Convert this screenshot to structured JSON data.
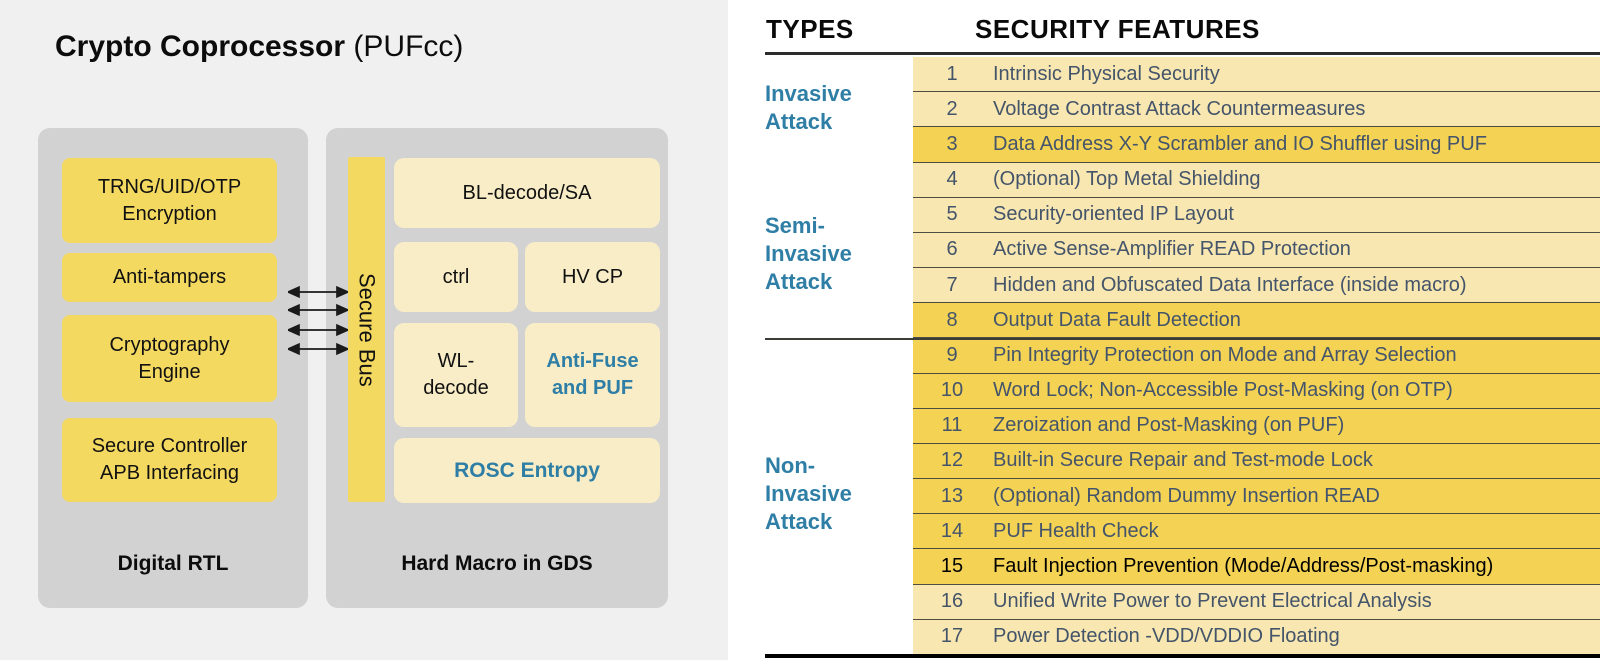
{
  "title": {
    "bold": "Crypto Coprocessor",
    "normal": " (PUFcc)"
  },
  "diagram": {
    "digital_rtl": {
      "caption": "Digital RTL",
      "blocks": [
        {
          "lines": [
            "TRNG/UID/OTP",
            "Encryption"
          ]
        },
        {
          "lines": [
            "Anti-tampers"
          ]
        },
        {
          "lines": [
            "Cryptography",
            "Engine"
          ]
        },
        {
          "lines": [
            "Secure Controller",
            "APB Interfacing"
          ]
        }
      ]
    },
    "hard_macro": {
      "caption": "Hard Macro in GDS",
      "secure_bus": "Secure Bus",
      "bl_decode": "BL-decode/SA",
      "ctrl": "ctrl",
      "hv_cp": "HV CP",
      "wl_decode": {
        "lines": [
          "WL-",
          "decode"
        ]
      },
      "anti_fuse": {
        "lines": [
          "Anti-Fuse",
          "and PUF"
        ]
      },
      "rosc": "ROSC Entropy"
    }
  },
  "table": {
    "headers": {
      "types": "TYPES",
      "features": "SECURITY FEATURES"
    },
    "groups": [
      {
        "lines": [
          "Invasive",
          "Attack"
        ]
      },
      {
        "lines": [
          "Semi-",
          "Invasive",
          "Attack"
        ]
      },
      {
        "lines": [
          "Non-",
          "Invasive",
          "Attack"
        ]
      }
    ],
    "rows": [
      {
        "num": "1",
        "text": "Intrinsic Physical Security",
        "shade": "light"
      },
      {
        "num": "2",
        "text": "Voltage Contrast Attack Countermeasures",
        "shade": "light"
      },
      {
        "num": "3",
        "text": "Data Address X-Y Scrambler and IO Shuffler using PUF",
        "shade": "dark"
      },
      {
        "num": "4",
        "text": "(Optional) Top Metal Shielding",
        "shade": "light"
      },
      {
        "num": "5",
        "text": "Security-oriented IP Layout",
        "shade": "light"
      },
      {
        "num": "6",
        "text": "Active Sense-Amplifier READ Protection",
        "shade": "light"
      },
      {
        "num": "7",
        "text": "Hidden and Obfuscated Data Interface (inside macro)",
        "shade": "light"
      },
      {
        "num": "8",
        "text": "Output Data Fault Detection",
        "shade": "dark"
      },
      {
        "num": "9",
        "text": "Pin Integrity Protection on Mode and Array Selection",
        "shade": "dark"
      },
      {
        "num": "10",
        "text": "Word Lock; Non-Accessible Post-Masking (on OTP)",
        "shade": "dark"
      },
      {
        "num": "11",
        "text": "Zeroization and Post-Masking (on PUF)",
        "shade": "dark"
      },
      {
        "num": "12",
        "text": "Built-in Secure Repair and Test-mode Lock",
        "shade": "dark"
      },
      {
        "num": "13",
        "text": "(Optional) Random Dummy Insertion READ",
        "shade": "dark"
      },
      {
        "num": "14",
        "text": "PUF Health Check",
        "shade": "dark"
      },
      {
        "num": "15",
        "text": "Fault Injection Prevention (Mode/Address/Post-masking)",
        "shade": "dark",
        "emphasis": true
      },
      {
        "num": "16",
        "text": "Unified Write Power to Prevent Electrical Analysis",
        "shade": "light"
      },
      {
        "num": "17",
        "text": "Power Detection -VDD/VDDIO Floating",
        "shade": "light"
      }
    ]
  },
  "colors": {
    "teal_accent": "#2e7ea6",
    "slate_text": "#44546a",
    "diagram_yellow": "#f4d961",
    "diagram_cream": "#f8edc7",
    "row_light": "#f8e7b0",
    "row_dark": "#f3d254",
    "panel_gray": "#d2d2d3",
    "left_background": "#f0f0f1"
  }
}
